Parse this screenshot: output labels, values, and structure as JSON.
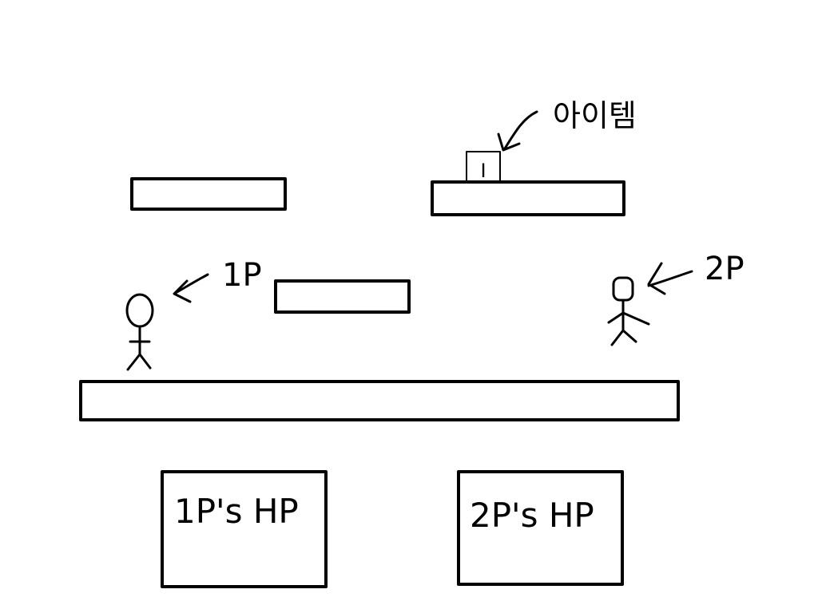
{
  "labels": {
    "item": "아이템",
    "player1": "1P",
    "player2": "2P",
    "item_box": "I"
  },
  "hp_panels": {
    "player1": "1P's HP",
    "player2": "2P's HP"
  }
}
